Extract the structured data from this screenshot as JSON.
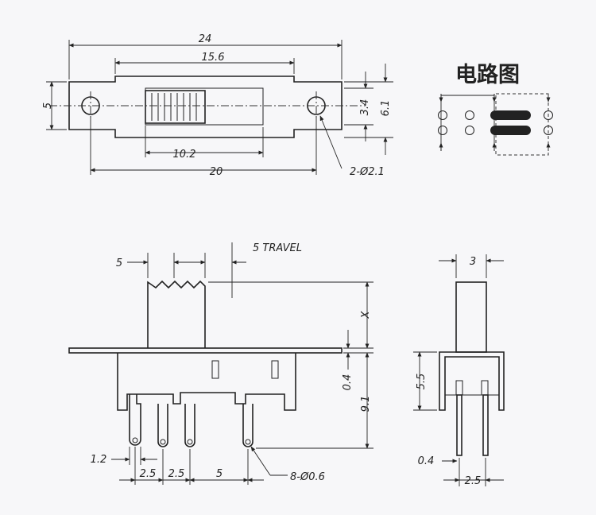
{
  "circuit_title": "电路图",
  "top_view": {
    "overall_length": "24",
    "slot_length": "15.6",
    "height_left": "5",
    "width_inner": "3.4",
    "width_outer": "6.1",
    "knob_width": "10.2",
    "hole_pitch": "20",
    "mount_hole": "2-Ø2.1"
  },
  "front_view": {
    "knob_width": "5",
    "travel": "5 TRAVEL",
    "knob_height": "X",
    "plate_thick": "0.4",
    "body_height": "9.1",
    "pin_offset": "1.2",
    "pitch_a": "2.5",
    "pitch_b": "2.5",
    "pitch_c": "5",
    "pin_holes": "8-Ø0.6"
  },
  "side_view": {
    "knob_thick": "3",
    "body_height": "5.5",
    "pin_thick": "0.4",
    "pin_pitch": "2.5"
  },
  "colors": {
    "ink": "#222222",
    "paper": "#f7f7f9"
  }
}
